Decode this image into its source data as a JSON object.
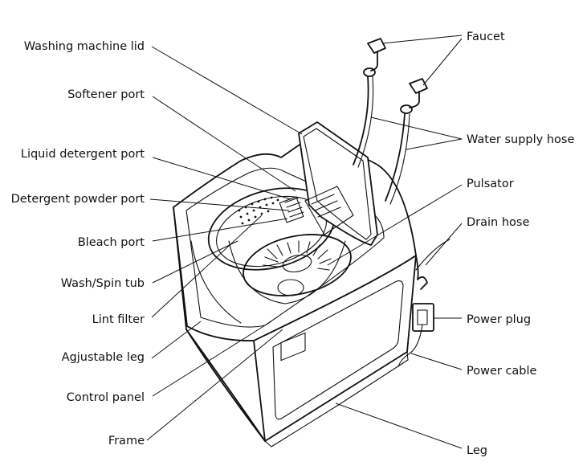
{
  "labels": {
    "washing_machine_lid": "Washing machine lid",
    "softener_port": "Softener port",
    "liquid_detergent_port": "Liquid detergent port",
    "detergent_powder_port": "Detergent powder port",
    "bleach_port": "Bleach port",
    "wash_spin_tub": "Wash/Spin tub",
    "lint_filter": "Lint filter",
    "adjustable_leg": "Agjustable leg",
    "control_panel": "Control panel",
    "frame": "Frame",
    "faucet": "Faucet",
    "water_supply_hose": "Water supply hose",
    "pulsator": "Pulsator",
    "drain_hose": "Drain hose",
    "power_plug": "Power plug",
    "power_cable": "Power cable",
    "leg": "Leg"
  }
}
